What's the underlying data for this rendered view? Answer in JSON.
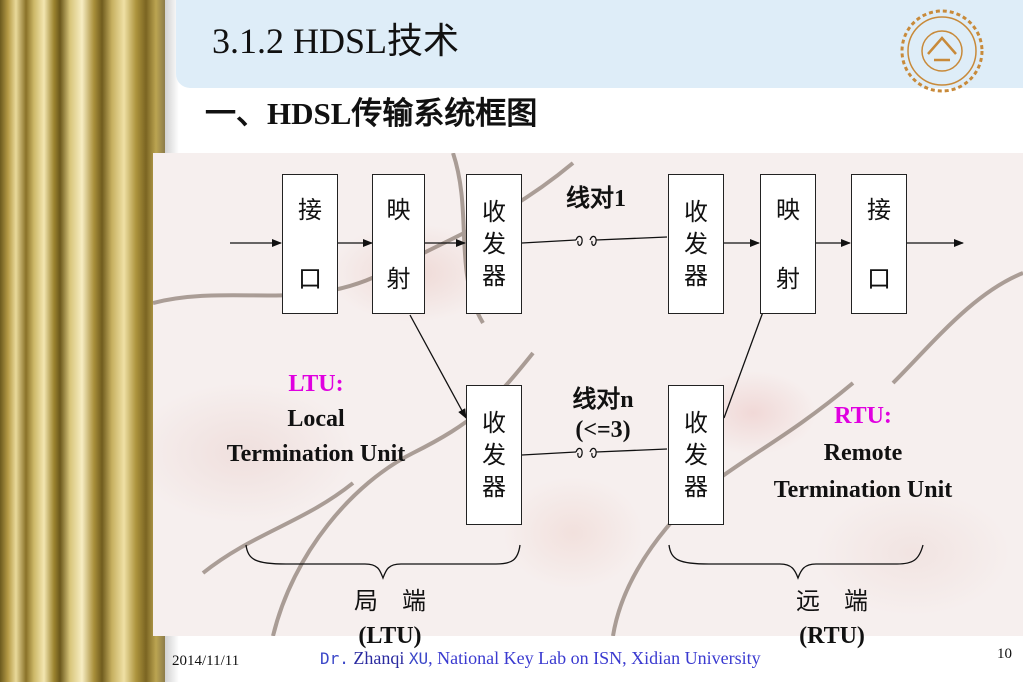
{
  "slide": {
    "title": "3.1.2 HDSL技术",
    "subtitle": "一、HDSL传输系统框图",
    "date": "2014/11/11",
    "author_prefix": "Dr.",
    "author_name": "Zhanqi",
    "author_surname": "XU",
    "author_org": ", National Key Lab on ISN, Xidian University",
    "page_number": "10"
  },
  "diagram": {
    "boxes": {
      "ltu_interface": [
        "接",
        "口"
      ],
      "ltu_mapping": [
        "映",
        "射"
      ],
      "ltu_transceiver_1": [
        "收",
        "发",
        "器"
      ],
      "ltu_transceiver_n": [
        "收",
        "发",
        "器"
      ],
      "rtu_transceiver_1": [
        "收",
        "发",
        "器"
      ],
      "rtu_transceiver_n": [
        "收",
        "发",
        "器"
      ],
      "rtu_mapping": [
        "映",
        "射"
      ],
      "rtu_interface": [
        "接",
        "口"
      ]
    },
    "pair1_label": "线对1",
    "pairn_label_line1": "线对n",
    "pairn_label_line2": "(<=3)",
    "ltu_abbr": "LTU:",
    "ltu_full_line1": "Local",
    "ltu_full_line2": "Termination Unit",
    "rtu_abbr": "RTU:",
    "rtu_full_line1": "Remote",
    "rtu_full_line2": "Termination Unit",
    "local_end_label": "局    端",
    "local_end_abbr": "(LTU)",
    "remote_end_label": "远    端",
    "remote_end_abbr": "(RTU)"
  },
  "colors": {
    "title_panel": "#deedf8",
    "highlight": "#e000e0",
    "footer_blue": "#3a3ad0"
  }
}
